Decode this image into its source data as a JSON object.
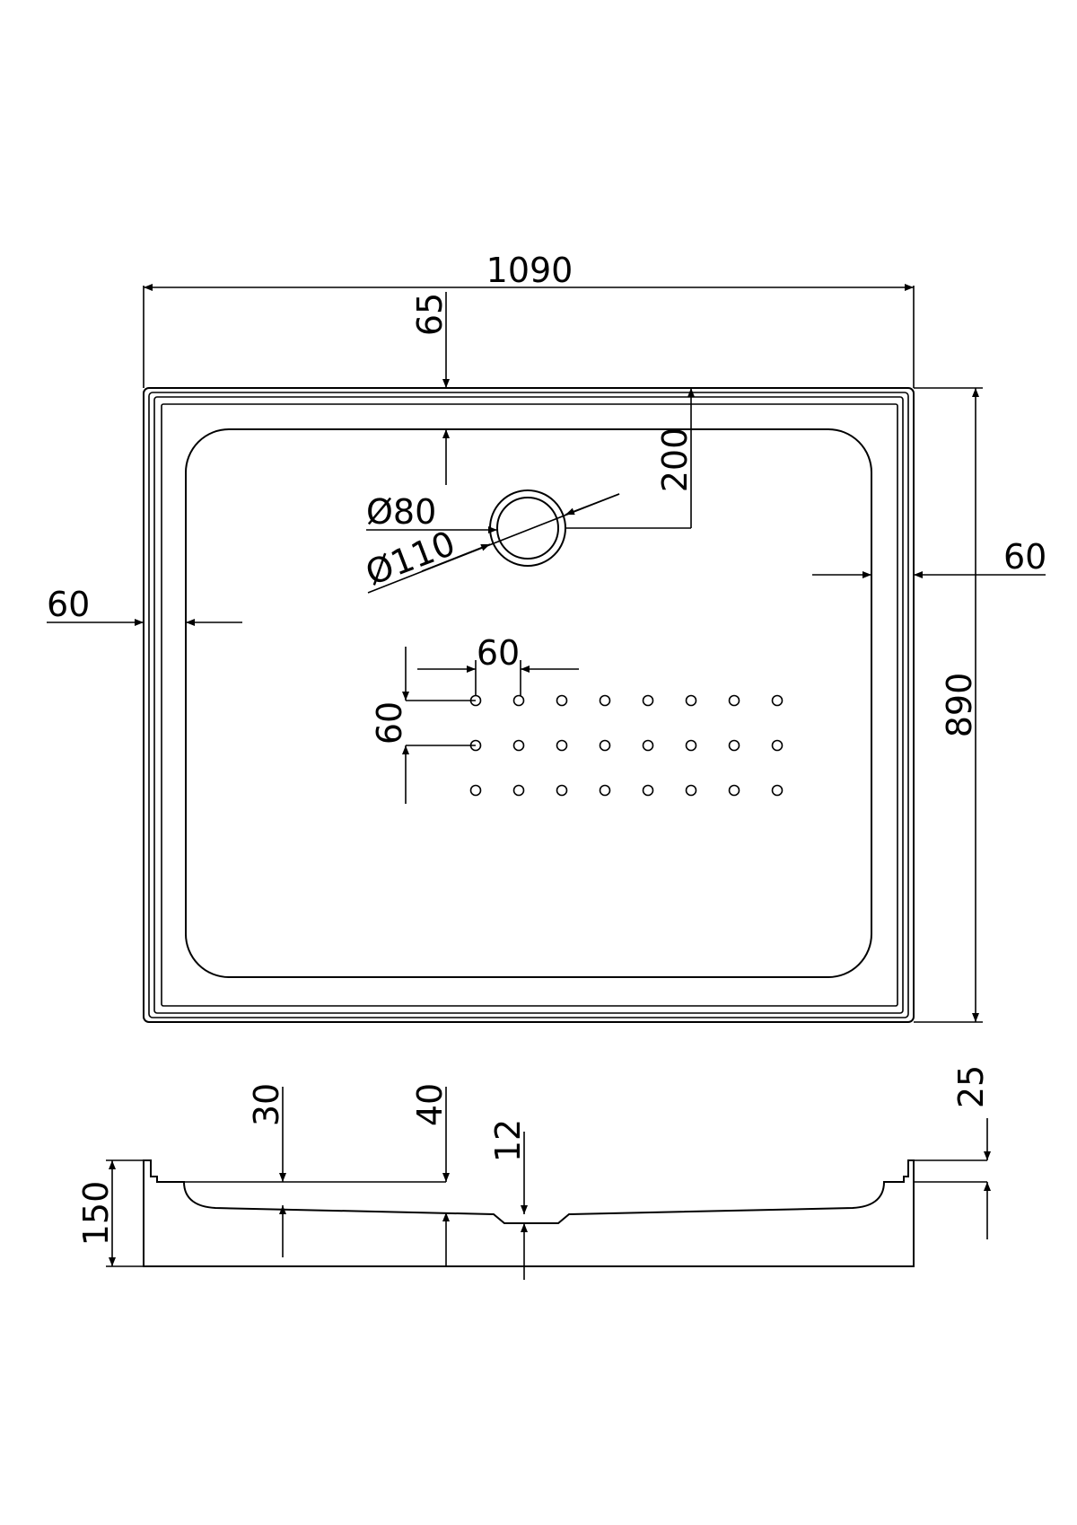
{
  "plan_view": {
    "overall_width": "1090",
    "overall_depth": "890",
    "drain_offset_top": "65",
    "drain_offset_side": "200",
    "drain_inner_diameter": "Ø80",
    "drain_outer_diameter": "Ø110",
    "rim_left": "60",
    "rim_right": "60",
    "dot_spacing_x": "60",
    "dot_spacing_y": "60",
    "dot_grid": {
      "rows": 3,
      "columns": 8
    }
  },
  "section_view": {
    "total_height": "150",
    "floor_depth_a": "30",
    "floor_depth_b": "40",
    "drain_recess": "12",
    "rim_height": "25"
  }
}
